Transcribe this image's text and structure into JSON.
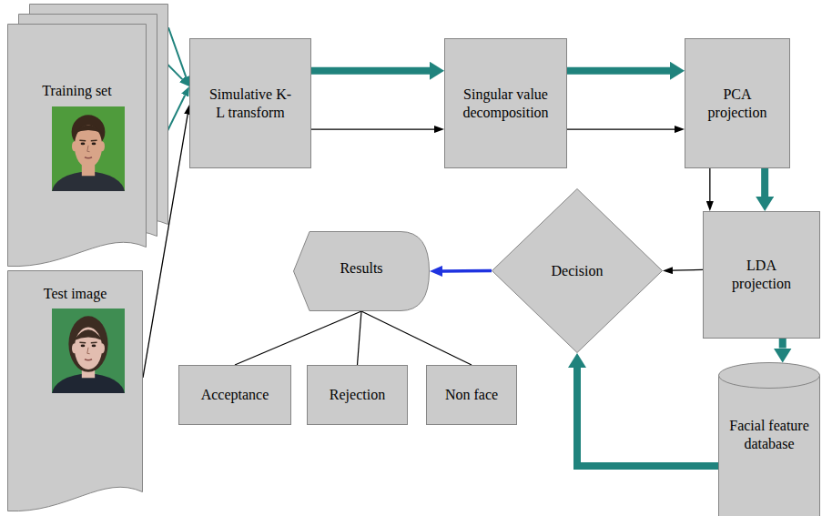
{
  "diagram": {
    "nodes": [
      {
        "text": [
          "Training set"
        ]
      },
      {
        "text": [
          "Test image"
        ]
      },
      {
        "text": [
          "Simulative K-L transform"
        ]
      },
      {
        "text": [
          "Singular value decomposition"
        ]
      },
      {
        "text": [
          "PCA projection"
        ]
      },
      {
        "text": [
          "LDA projection"
        ]
      },
      {
        "text": [
          "Decision"
        ]
      },
      {
        "text": [
          "Results"
        ]
      },
      {
        "text": [
          "Acceptance"
        ]
      },
      {
        "text": [
          "Rejection"
        ]
      },
      {
        "text": [
          "Non face"
        ]
      },
      {
        "text": [
          "Facial feature database"
        ]
      }
    ],
    "edges": [
      {
        "from": 0,
        "to": 2,
        "arrow": "to"
      },
      {
        "from": 1,
        "to": 2,
        "arrow": "to"
      },
      {
        "from": 2,
        "to": 3,
        "arrow": "to"
      },
      {
        "from": 2,
        "to": 3,
        "arrow": "to"
      },
      {
        "from": 3,
        "to": 4,
        "arrow": "to"
      },
      {
        "from": 3,
        "to": 4,
        "arrow": "to"
      },
      {
        "from": 4,
        "to": 5,
        "arrow": "to"
      },
      {
        "from": 4,
        "to": 5,
        "arrow": "to"
      },
      {
        "from": 5,
        "to": 6,
        "arrow": "to"
      },
      {
        "from": 5,
        "to": 11,
        "arrow": "to"
      },
      {
        "from": 11,
        "to": 6,
        "arrow": "to"
      },
      {
        "from": 6,
        "to": 7,
        "arrow": "to"
      },
      {
        "from": 7,
        "to": 8,
        "arrow": "none"
      },
      {
        "from": 7,
        "to": 9,
        "arrow": "none"
      },
      {
        "from": 7,
        "to": 10,
        "arrow": "none"
      }
    ]
  }
}
